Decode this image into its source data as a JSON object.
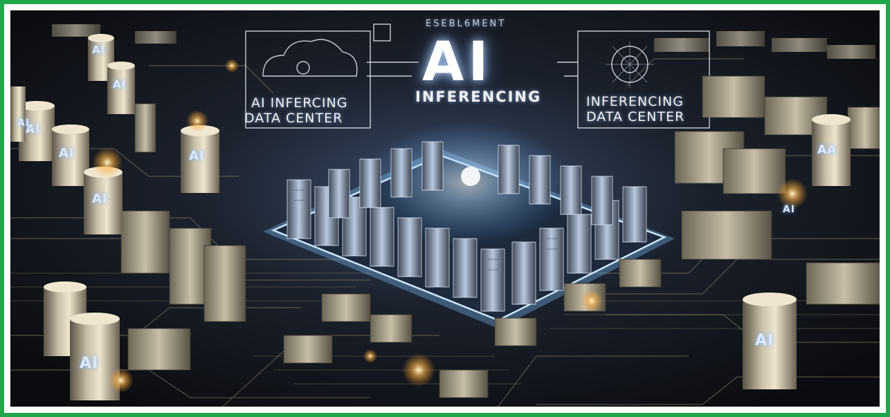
{
  "image": {
    "subject": "data-center-illustration",
    "frame_color": "#1fa84a",
    "glow_color": "#8ec7ff"
  },
  "hero": {
    "top_text": "ESEBL6MENT",
    "title": "AI",
    "subtitle": "INFERENCING"
  },
  "left_panel": {
    "line1": "AI INFERCING",
    "line2": "DATA CENTER"
  },
  "right_panel": {
    "line1": "INFERENCING",
    "line2": "DATA CENTER"
  },
  "tags": {
    "t1": "AI",
    "t2": "AI",
    "t3": "AI",
    "t4": "AI",
    "t5": "AI",
    "t6": "AI",
    "t7": "AI",
    "t8": "AA",
    "t9": "AI",
    "t10": "AI",
    "t11": "AI"
  }
}
